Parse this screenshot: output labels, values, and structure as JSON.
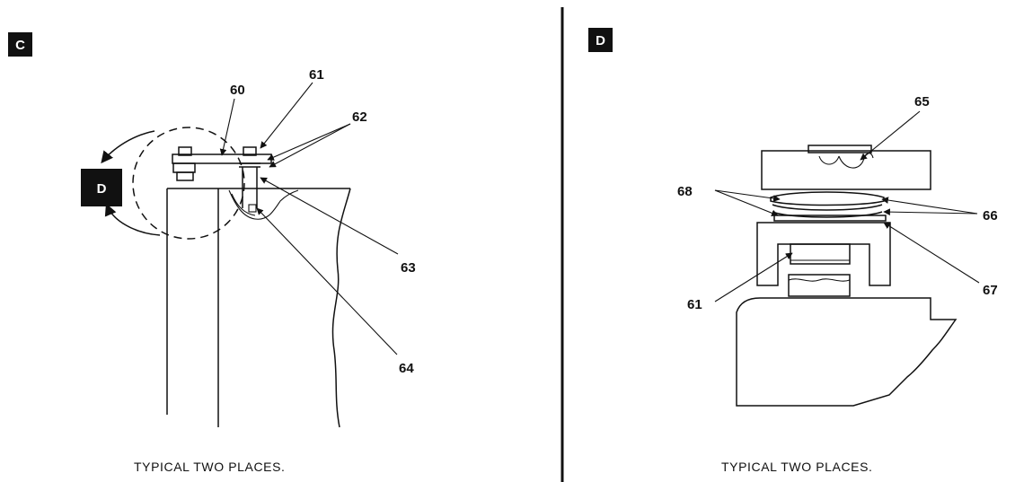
{
  "panels": [
    {
      "tag": "C",
      "callout_tag": "D",
      "caption": "TYPICAL TWO PLACES.",
      "callouts": [
        "60",
        "61",
        "62",
        "63",
        "64"
      ]
    },
    {
      "tag": "D",
      "caption": "TYPICAL TWO PLACES.",
      "callouts": [
        "65",
        "68",
        "66",
        "61",
        "67"
      ]
    }
  ]
}
